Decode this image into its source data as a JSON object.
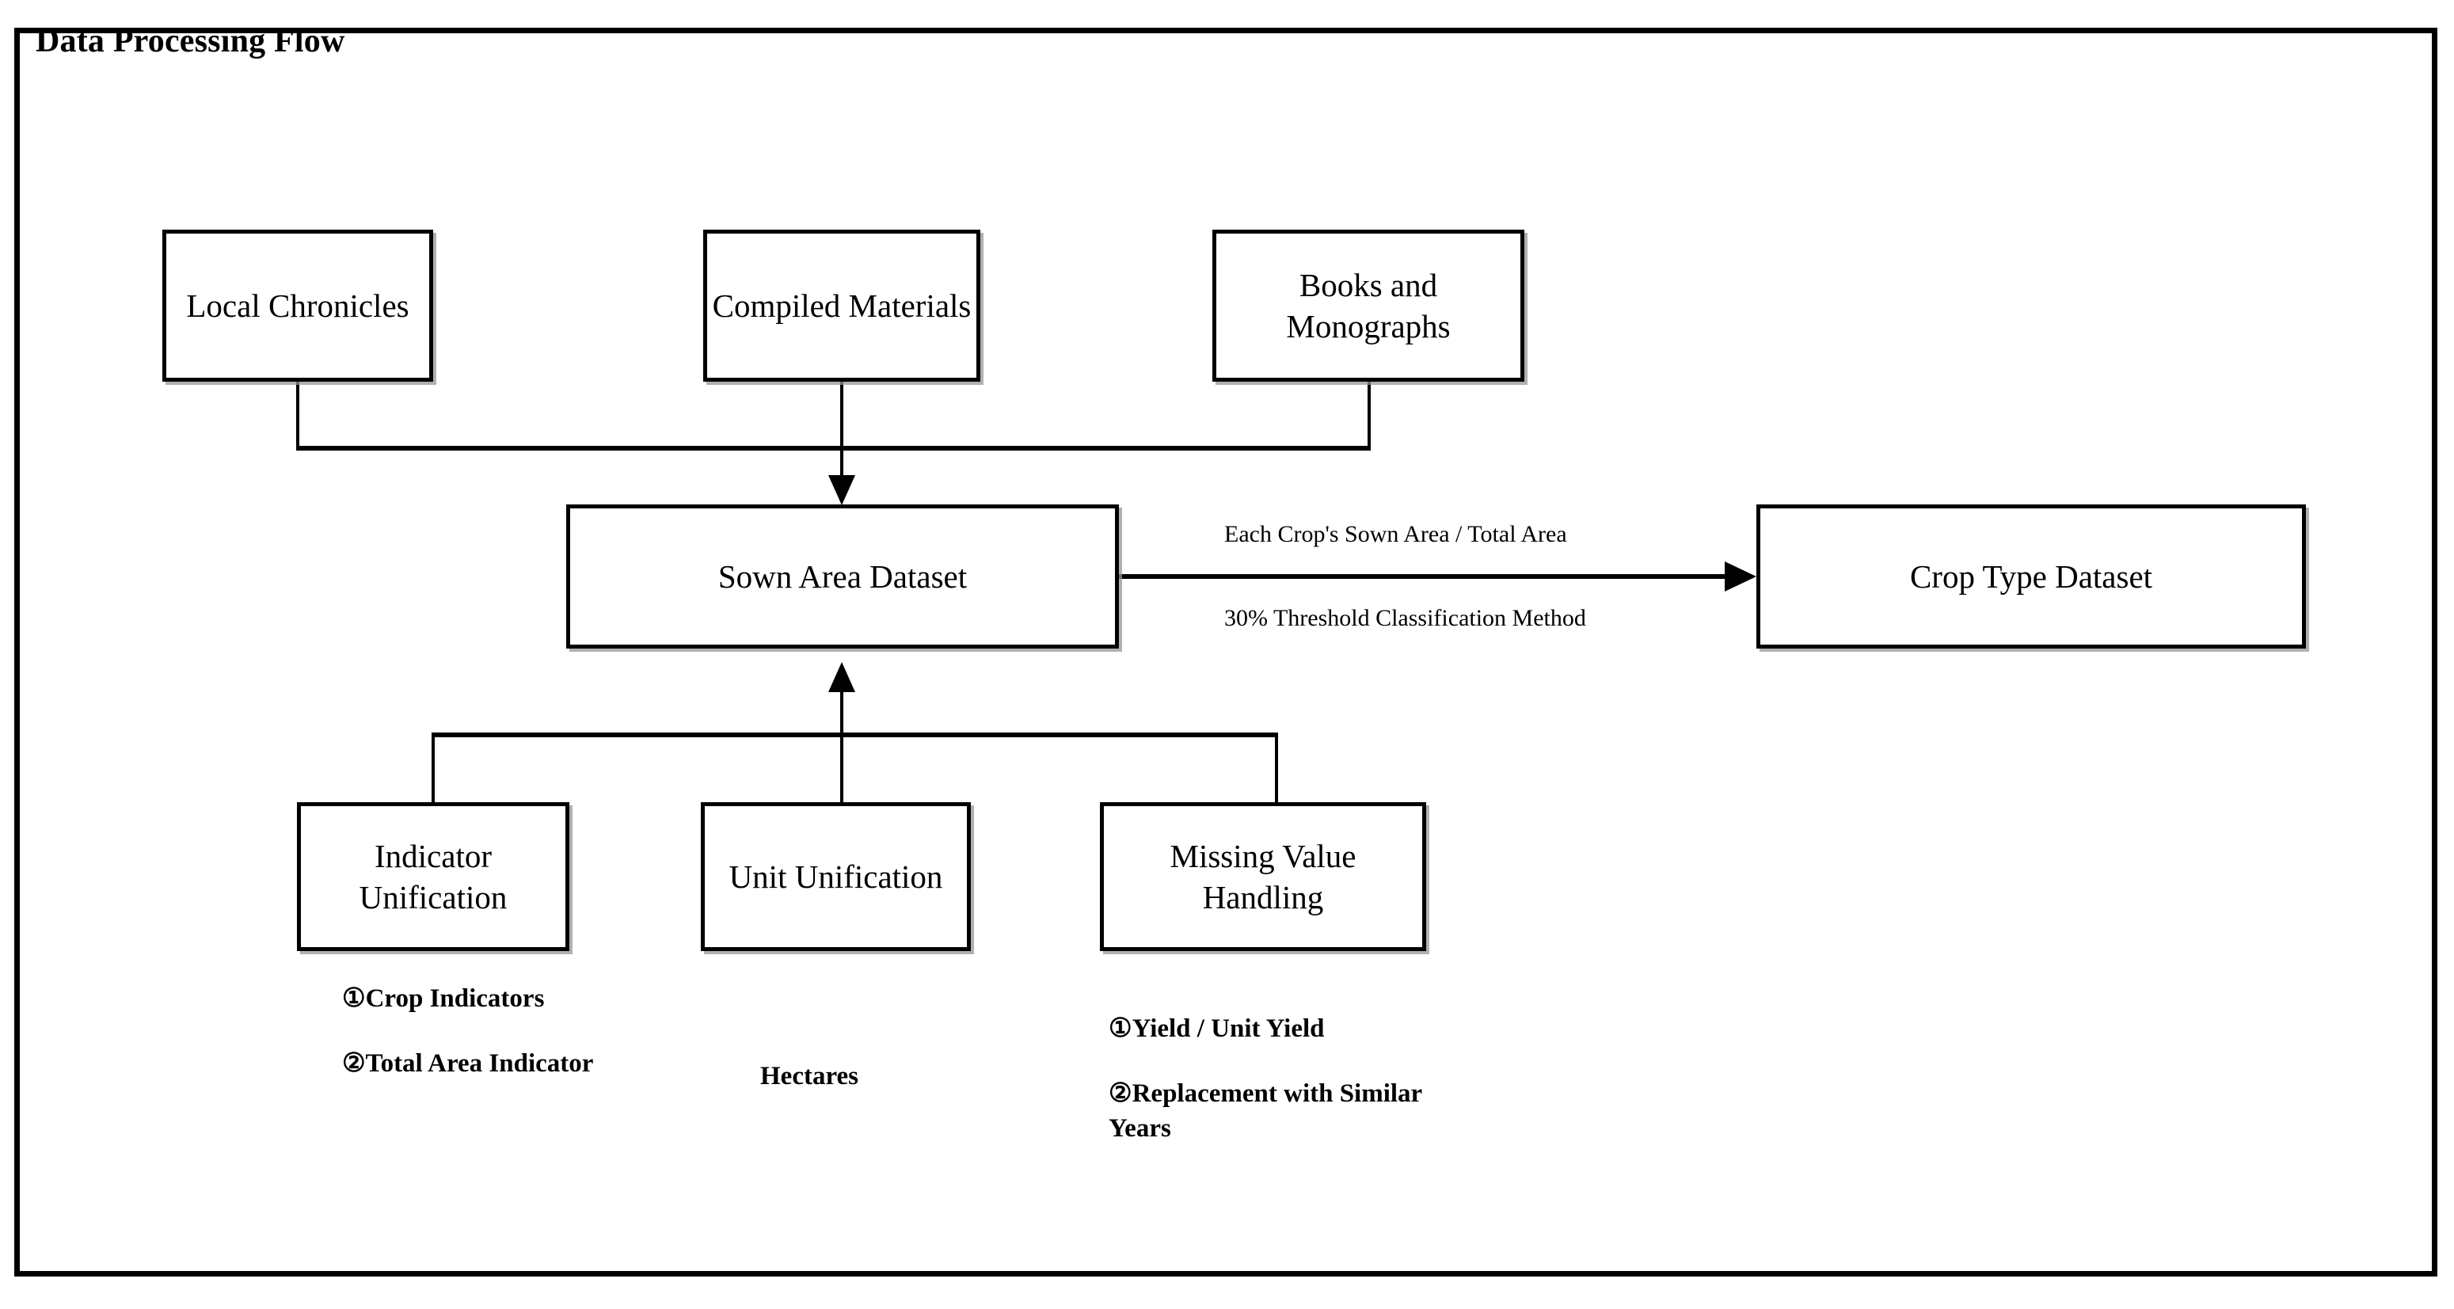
{
  "title": "Data Processing Flow",
  "sources": [
    {
      "id": "local-chronicles",
      "label": "Local Chronicles"
    },
    {
      "id": "compiled-materials",
      "label": "Compiled Materials"
    },
    {
      "id": "books-monographs",
      "label": "Books and Monographs"
    }
  ],
  "datasets": {
    "sown_area": "Sown Area Dataset",
    "crop_type": "Crop Type Dataset"
  },
  "edge_labels": {
    "top": "Each Crop's Sown Area / Total Area",
    "bottom": "30% Threshold Classification Method"
  },
  "processes": [
    {
      "id": "indicator-unification",
      "label": "Indicator Unification"
    },
    {
      "id": "unit-unification",
      "label": "Unit Unification"
    },
    {
      "id": "missing-value-handling",
      "label": "Missing Value Handling"
    }
  ],
  "annotations": {
    "indicator": {
      "item1": "①Crop Indicators",
      "item2": "②Total Area Indicator"
    },
    "unit": {
      "item1": "Hectares"
    },
    "missing": {
      "item1": "①Yield / Unit Yield",
      "item2": "②Replacement with Similar Years"
    }
  },
  "colors": {
    "stroke": "#000000",
    "background": "#ffffff",
    "shadow": "#969696"
  }
}
